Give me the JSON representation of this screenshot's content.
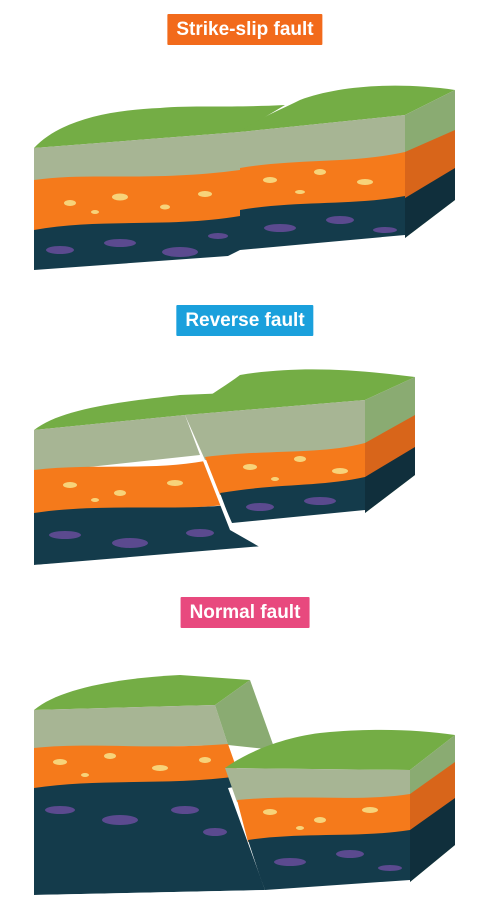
{
  "labels": {
    "strike_slip": "Strike-slip fault",
    "reverse": "Reverse fault",
    "normal": "Normal fault"
  },
  "colors": {
    "strike_label": "#f26a1b",
    "reverse_label": "#1aa0dc",
    "normal_label": "#e8497e",
    "grass_top": "#74ad45",
    "grass_side": "#8aab72",
    "soil_light": "#a7b594",
    "soil_light_side": "#8d9a7b",
    "rock_orange": "#f57a1b",
    "rock_orange_side": "#d8651a",
    "pebble": "#f7d37a",
    "bedrock": "#143b4b",
    "bedrock_side": "#102f3c",
    "bedrock_blob": "#5b4a8f"
  },
  "icons": [
    "strike-slip-fault-block-diagram",
    "reverse-fault-block-diagram",
    "normal-fault-block-diagram"
  ]
}
